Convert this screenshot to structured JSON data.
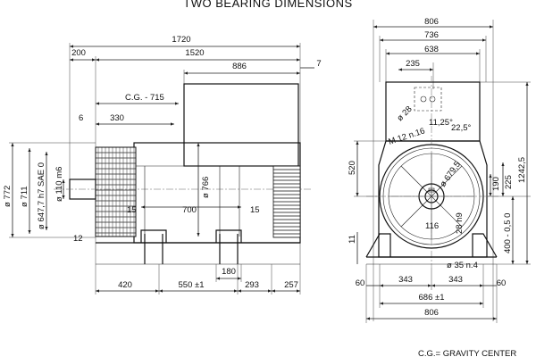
{
  "title": "TWO BEARING DIMENSIONS",
  "footer": "C.G.= GRAVITY CENTER",
  "side_view": {
    "overall_length": "1720",
    "len_200": "200",
    "len_1520": "1520",
    "len_886": "886",
    "len_7": "7",
    "cg": "C.G. -  715",
    "len_6": "6",
    "len_330": "330",
    "dia_772": "ø 772",
    "dia_711": "ø 711",
    "dia_647": "ø 647,7  h7  SAE  0",
    "dia_110": "ø 110  m6",
    "len_12": "12",
    "dia_766": "ø 766",
    "len_15_left": "15",
    "len_700": "700",
    "len_15_right": "15",
    "len_180": "180",
    "len_420": "420",
    "len_550": "550 ±1",
    "len_293": "293",
    "len_257": "257"
  },
  "end_view": {
    "width_806_top": "806",
    "width_736": "736",
    "width_638": "638",
    "width_235": "235",
    "dia_28": "ø 28",
    "angle_1125": "11,25°",
    "angle_225": "22,5°",
    "thread": "M 12  n.16",
    "dia_679": "ø 679,5",
    "len_190": "190",
    "len_225": "225",
    "height_1242": "1242,5",
    "height_400": "400  - 0,5  0",
    "height_520": "520",
    "width_116": "116",
    "keyway": "28 h9",
    "height_11": "11",
    "holes": "ø 35  n.4",
    "width_60_left": "60",
    "width_343_left": "343",
    "width_343_right": "343",
    "width_60_right": "60",
    "width_686": "686 ±1",
    "width_806_bottom": "806"
  }
}
